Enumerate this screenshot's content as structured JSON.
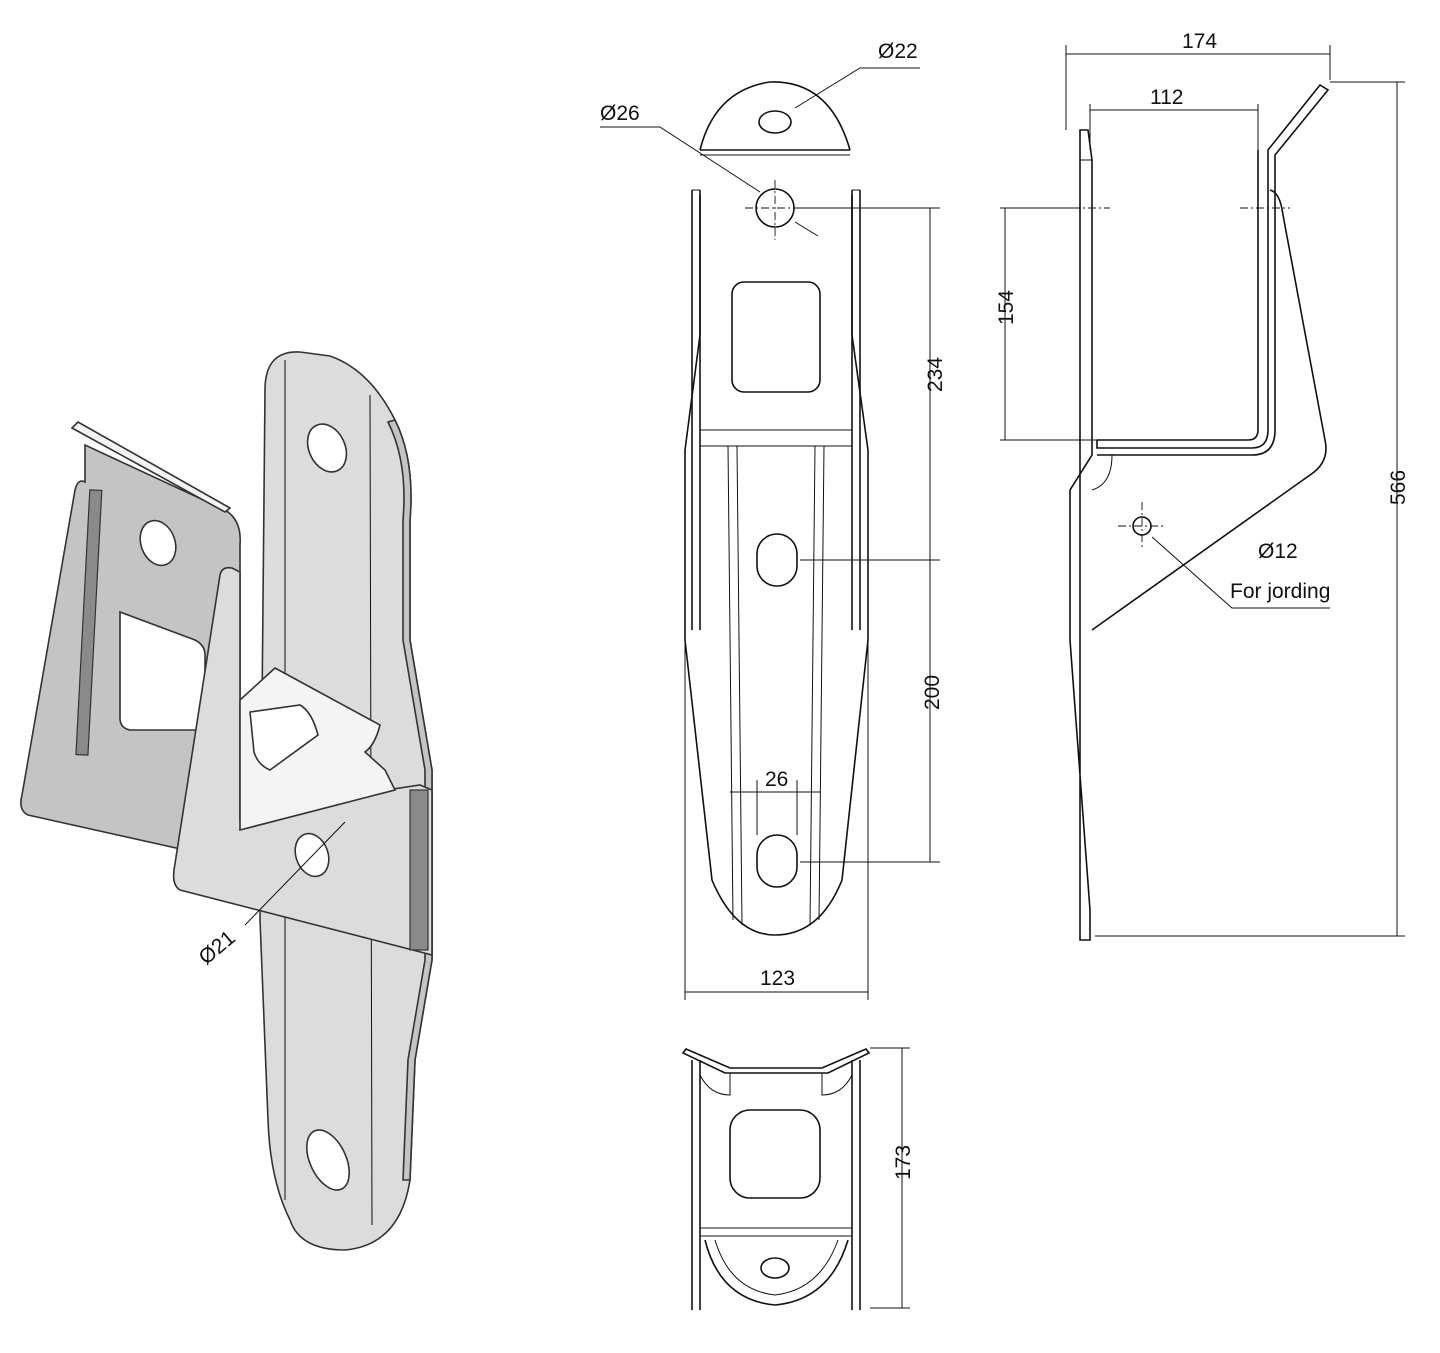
{
  "dimensions": {
    "hole_top": "Ø22",
    "hole_upper": "Ø26",
    "hole_iso": "Ø21",
    "hole_earth": "Ø12",
    "earth_note": "For jording",
    "spacing_upper": "234",
    "spacing_lower": "200",
    "slot_width": "26",
    "front_width": "123",
    "side_width_total": "174",
    "side_width_inner": "112",
    "side_height_bracket": "154",
    "total_height": "566",
    "bottom_height": "173"
  },
  "colors": {
    "line": "#111111",
    "part_light": "#dcdcdc",
    "part_mid": "#c4c4c4",
    "part_dark": "#8a8a8a"
  }
}
